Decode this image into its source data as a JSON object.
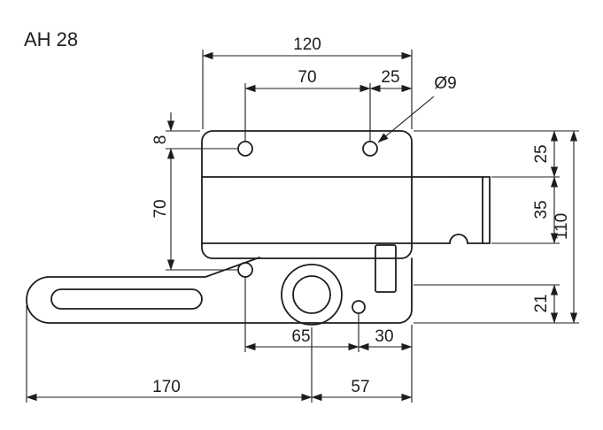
{
  "title": "AH 28",
  "colors": {
    "line": "#1d1d1b",
    "background": "#ffffff"
  },
  "dims": {
    "top_width": "120",
    "top_hole_spacing": "70",
    "top_right_offset": "25",
    "hole_diameter": "Ø9",
    "left_edge_to_hole": "8",
    "left_hole_spacing": "70",
    "right_upper": "25",
    "right_mid": "35",
    "overall_height": "110",
    "right_lower": "21",
    "bottom_hole_span": "65",
    "bottom_right_span": "30",
    "overall_length_left": "170",
    "bottom_right_length": "57"
  }
}
